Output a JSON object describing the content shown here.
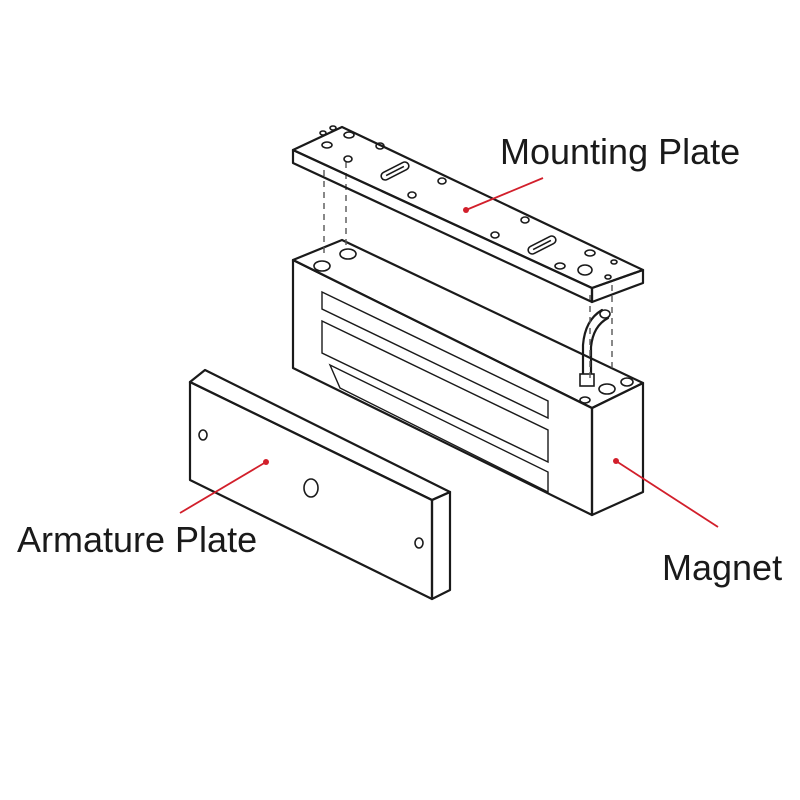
{
  "labels": {
    "mounting_plate": "Mounting Plate",
    "magnet": "Magnet",
    "armature_plate": "Armature Plate"
  },
  "colors": {
    "leader": "#d21f2b",
    "outline": "#1a1a1a",
    "magnet_face": "#1c1c1c",
    "plate_fill": "#ffffff"
  }
}
